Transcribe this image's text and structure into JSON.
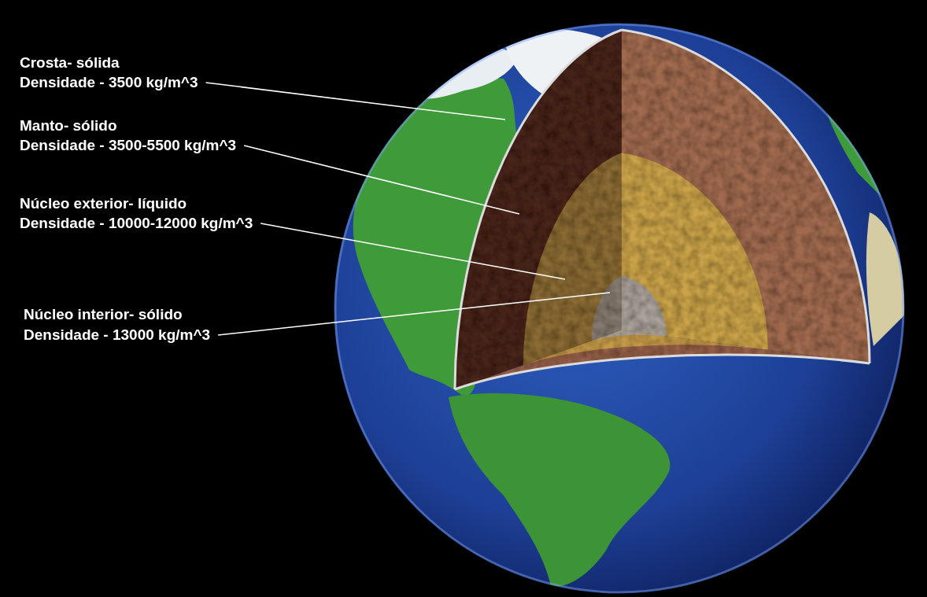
{
  "diagram": {
    "labels": [
      "Crosta- sólida",
      "Densidade - 3500 kg/m^3",
      "Manto- sólido",
      "Densidade - 3500-5500 kg/m^3",
      "Núcleo exterior- líquido",
      "Densidade - 10000-12000 kg/m^3",
      "Núcleo interior- sólido",
      "Densidade - 13000 kg/m^3"
    ]
  }
}
